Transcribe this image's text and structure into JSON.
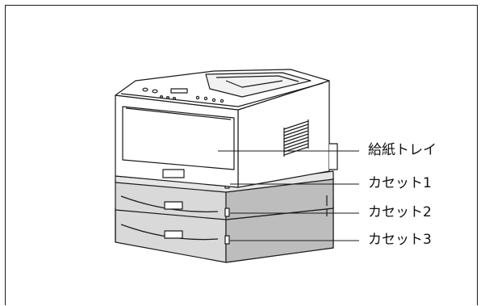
{
  "labels": {
    "feed_tray": "給紙トレイ",
    "cassette1": "カセット1",
    "cassette2": "カセット2",
    "cassette3": "カセット3"
  },
  "colors": {
    "printer_body": "#ffffff",
    "printer_outline": "#1a1a1a",
    "cassette_fill": "#d9d9d9",
    "cassette_shadow": "#bdbdbd"
  }
}
